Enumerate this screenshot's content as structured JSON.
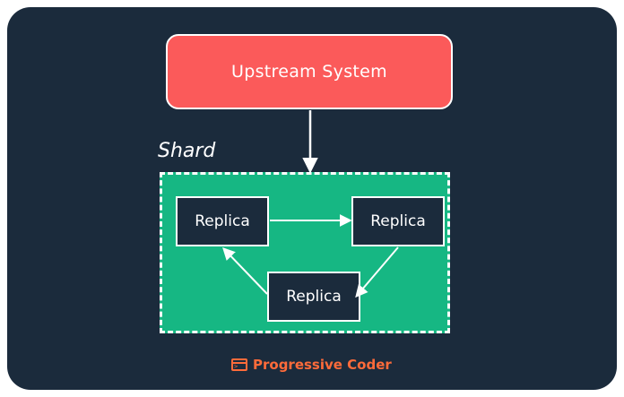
{
  "diagram": {
    "upstream_label": "Upstream System",
    "shard_label": "Shard",
    "replicas": [
      "Replica",
      "Replica",
      "Replica"
    ],
    "edges": [
      {
        "from": "upstream-system",
        "to": "shard"
      },
      {
        "from": "replica-1",
        "to": "replica-2"
      },
      {
        "from": "replica-2",
        "to": "replica-3"
      },
      {
        "from": "replica-3",
        "to": "replica-1"
      }
    ]
  },
  "brand": {
    "name": "Progressive Coder",
    "icon": "terminal-icon"
  },
  "colors": {
    "background": "#1b2b3c",
    "upstream": "#fb5a5a",
    "shard": "#16b783",
    "brand": "#ff6b3a"
  }
}
